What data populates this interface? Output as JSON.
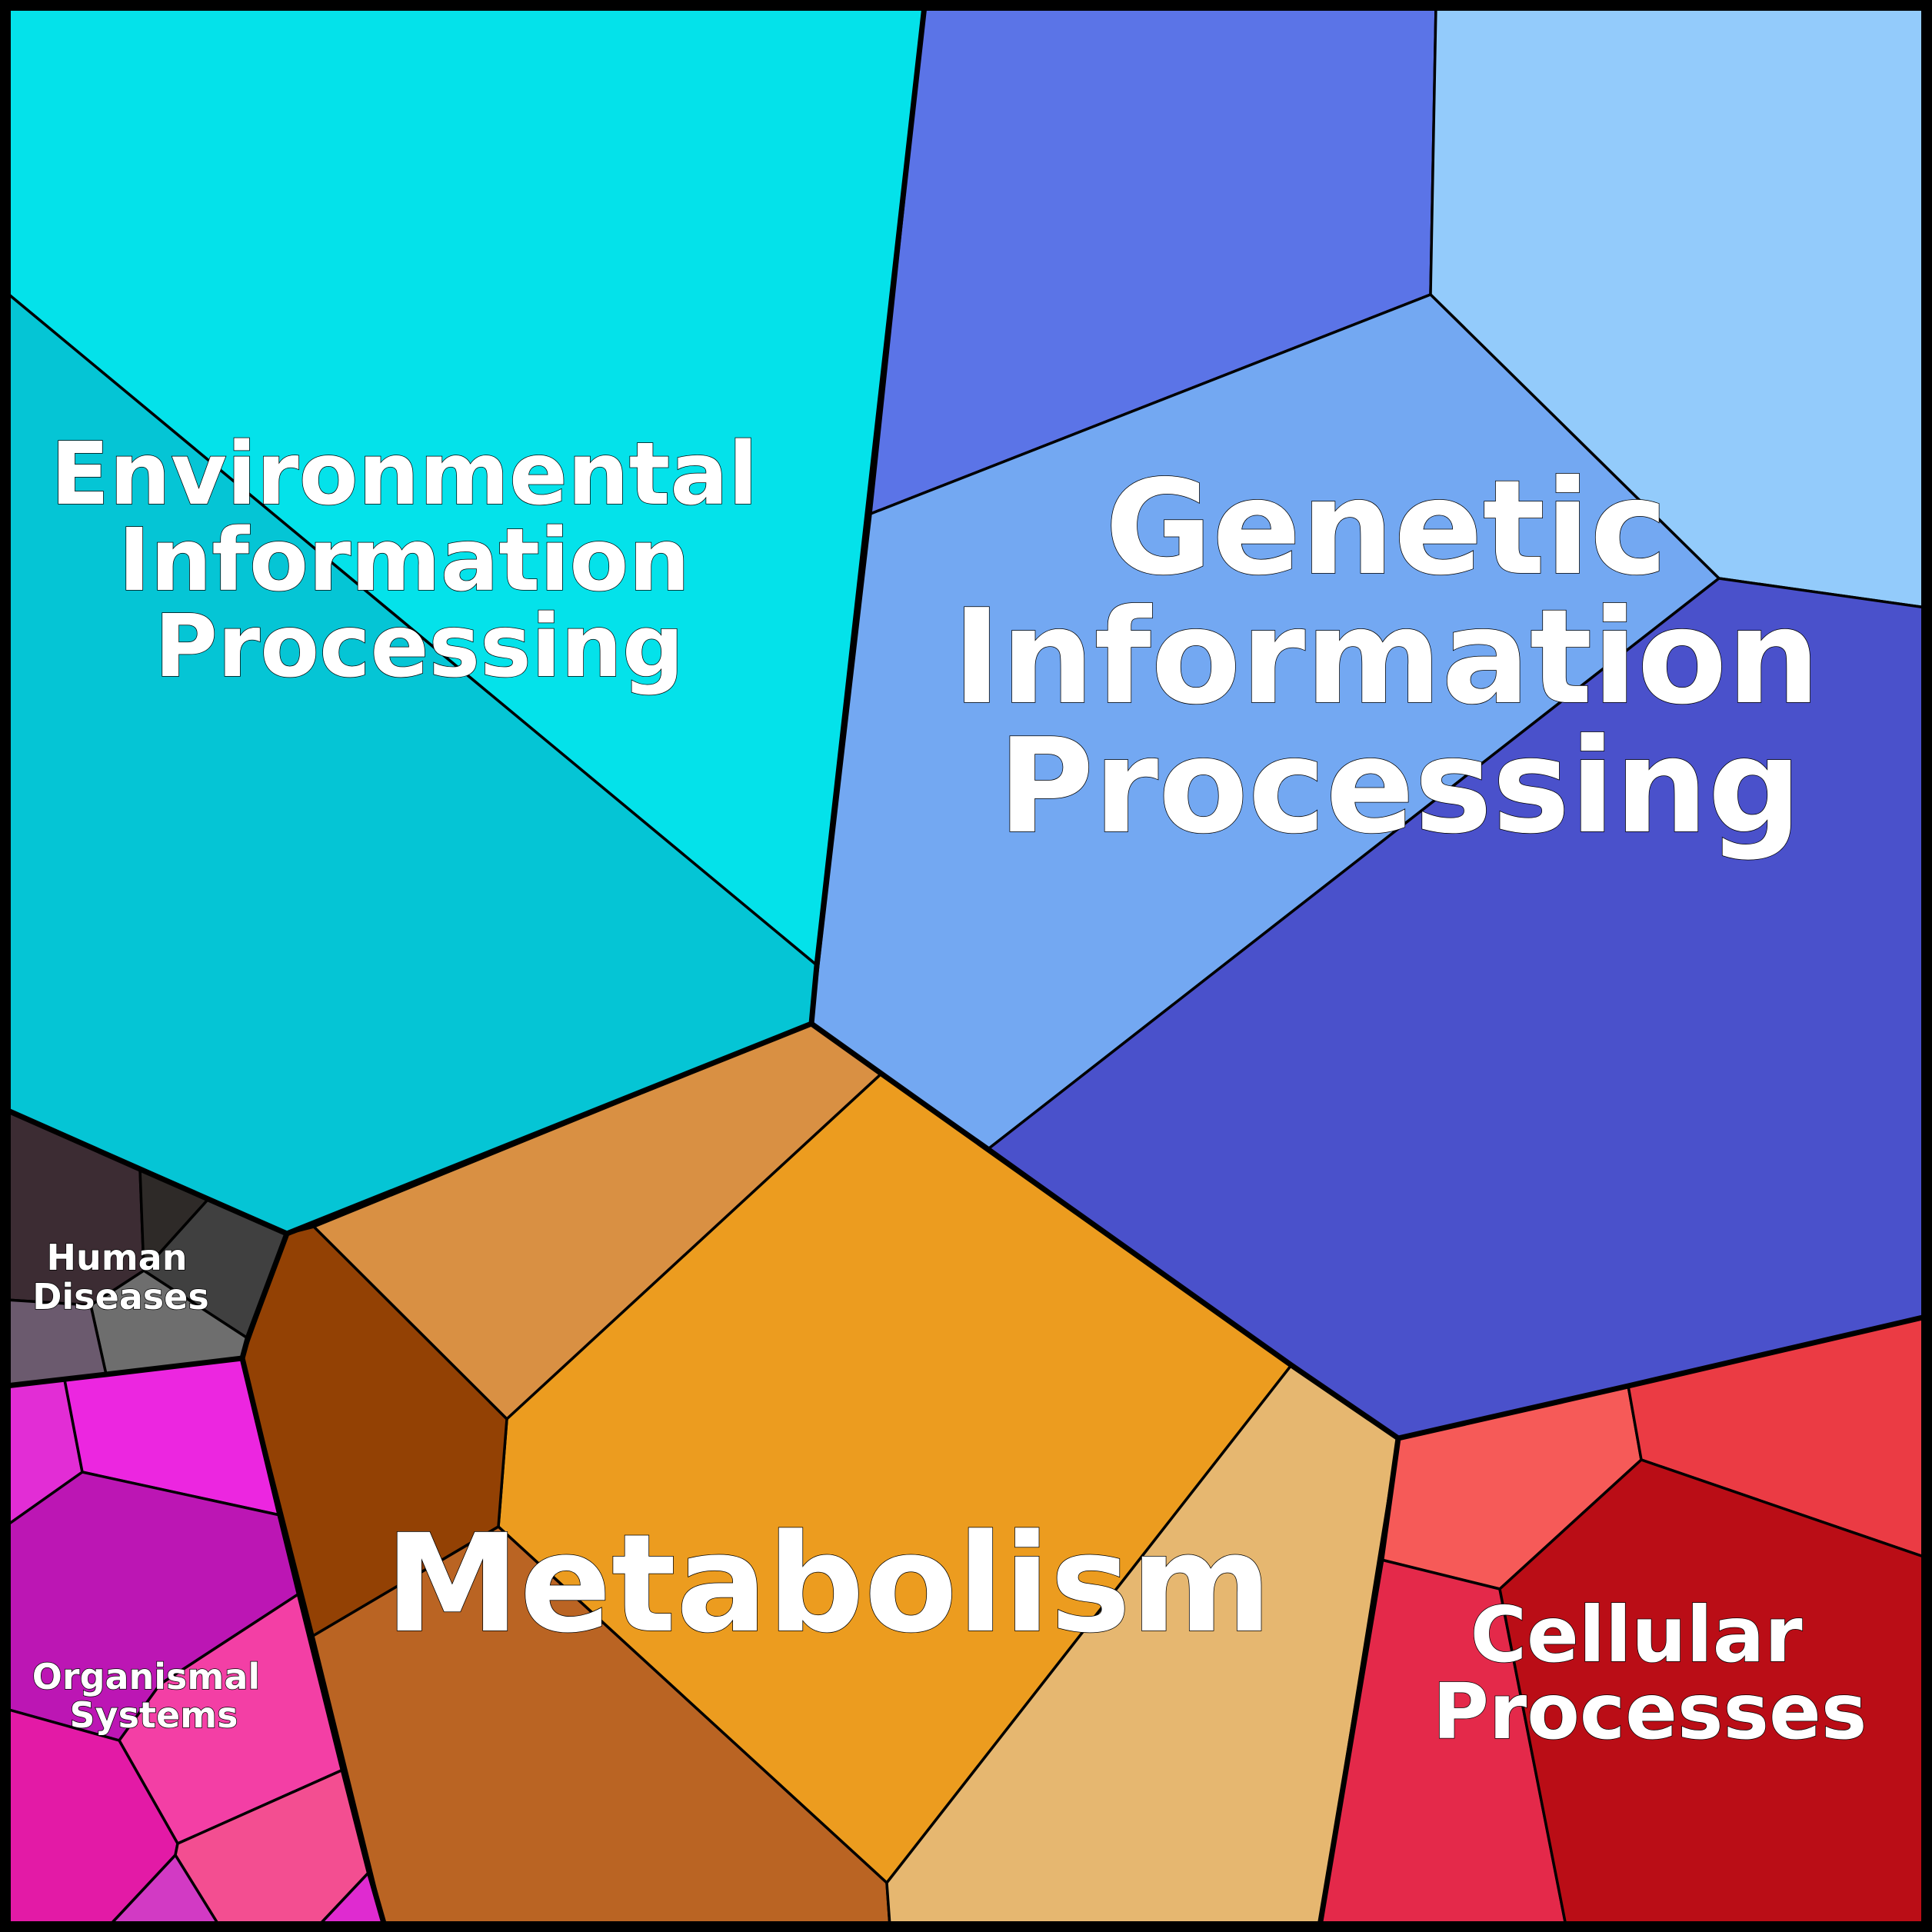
{
  "diagram": {
    "type": "voronoi-treemap",
    "groups": [
      {
        "id": "environmental",
        "lines": [
          "Environmental",
          "Information",
          "Processing"
        ],
        "color": "#05C5D5"
      },
      {
        "id": "genetic",
        "lines": [
          "Genetic",
          "Information",
          "Processing"
        ],
        "color": "#4A51CB"
      },
      {
        "id": "metabolism",
        "lines": [
          "Metabolism"
        ],
        "color": "#EC9C1F"
      },
      {
        "id": "cellular",
        "lines": [
          "Cellular",
          "Processes"
        ],
        "color": "#BA0D16"
      },
      {
        "id": "human-diseases",
        "lines": [
          "Human",
          "Diseases"
        ],
        "color": "#404040"
      },
      {
        "id": "organismal",
        "lines": [
          "Organismal",
          "Systems"
        ],
        "color": "#E63AB9"
      }
    ]
  }
}
